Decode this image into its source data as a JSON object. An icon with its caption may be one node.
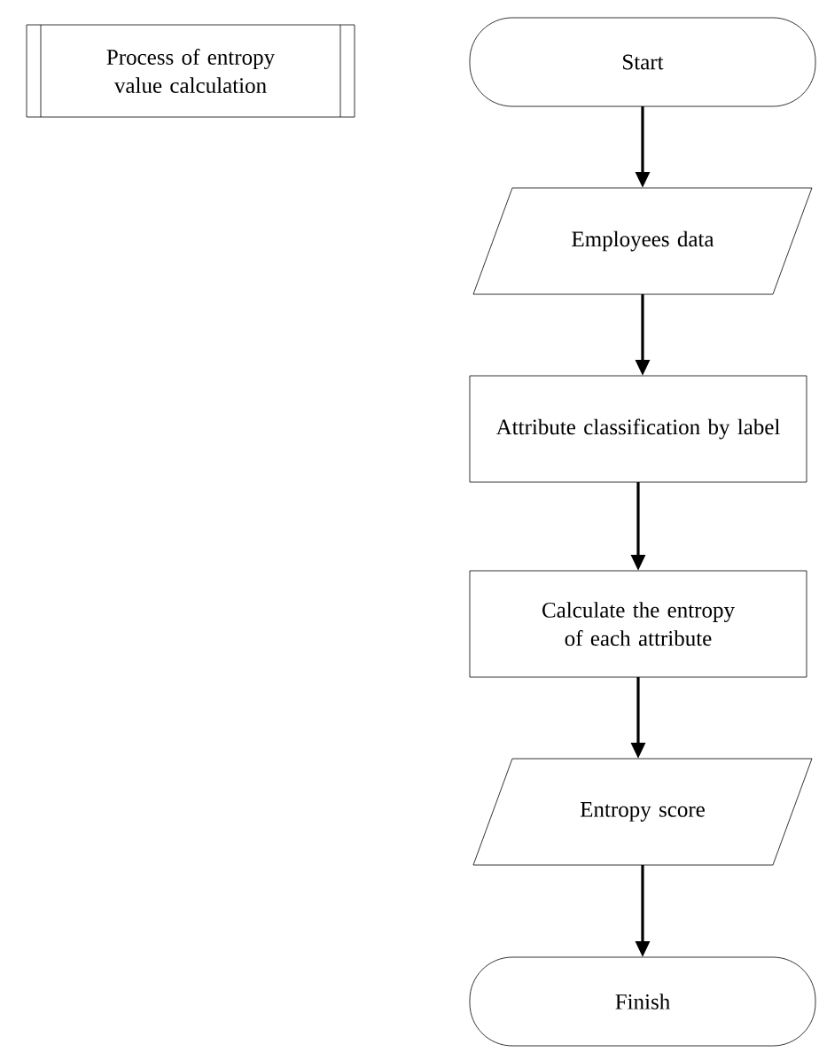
{
  "diagram": {
    "nodes": [
      {
        "text": [
          "Process of entropy value calculation"
        ]
      },
      {
        "text": [
          "Start"
        ]
      },
      {
        "text": [
          "Employees data"
        ]
      },
      {
        "text": [
          "Attribute classification by label"
        ]
      },
      {
        "text": [
          "Calculate the entropy of each attribute"
        ]
      },
      {
        "text": [
          "Entropy score"
        ]
      },
      {
        "text": [
          "Finish"
        ]
      }
    ],
    "edges": [
      {
        "from": 1,
        "to": 2,
        "arrow": "to"
      },
      {
        "from": 2,
        "to": 3,
        "arrow": "to"
      },
      {
        "from": 3,
        "to": 4,
        "arrow": "to"
      },
      {
        "from": 4,
        "to": 5,
        "arrow": "to"
      },
      {
        "from": 5,
        "to": 6,
        "arrow": "to"
      }
    ]
  }
}
